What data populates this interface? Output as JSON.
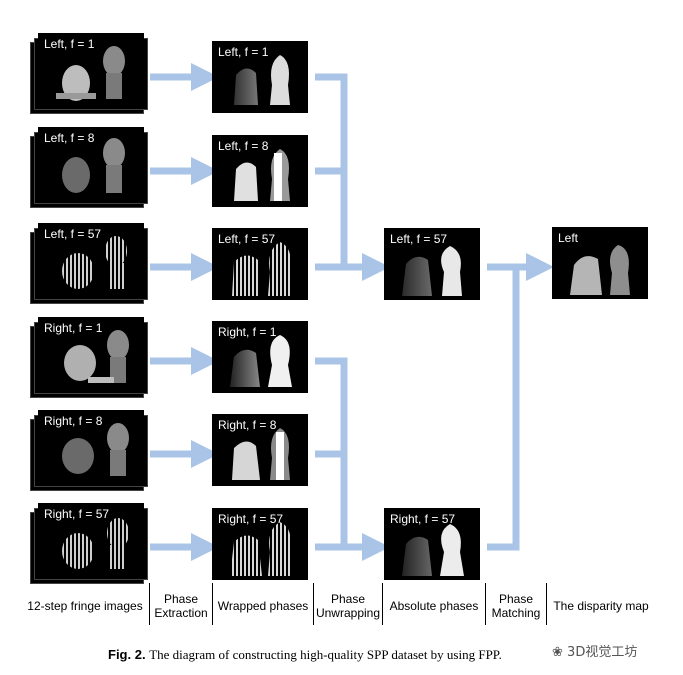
{
  "panels": {
    "fringe": [
      "Left, f = 1",
      "Left, f = 8",
      "Left, f = 57",
      "Right, f = 1",
      "Right, f = 8",
      "Right, f = 57"
    ],
    "wrapped": [
      "Left, f = 1",
      "Left, f = 8",
      "Left, f = 57",
      "Right, f = 1",
      "Right, f = 8",
      "Right, f = 57"
    ],
    "absolute": [
      "Left, f = 57",
      "Right, f = 57"
    ],
    "disparity": "Left"
  },
  "stages": {
    "fringe_images": "12-step fringe images",
    "phase_extraction_1": "Phase",
    "phase_extraction_2": "Extraction",
    "wrapped_phases": "Wrapped phases",
    "phase_unwrapping_1": "Phase",
    "phase_unwrapping_2": "Unwrapping",
    "absolute_phases": "Absolute phases",
    "phase_matching_1": "Phase",
    "phase_matching_2": "Matching",
    "disparity_map": "The disparity map"
  },
  "caption": {
    "fig_number": "Fig. 2.",
    "text": "The diagram of constructing high-quality SPP dataset by using FPP."
  },
  "watermark": "3D视觉工坊",
  "colors": {
    "arrow": "#a9c4e6",
    "panel_bg": "#000000"
  }
}
